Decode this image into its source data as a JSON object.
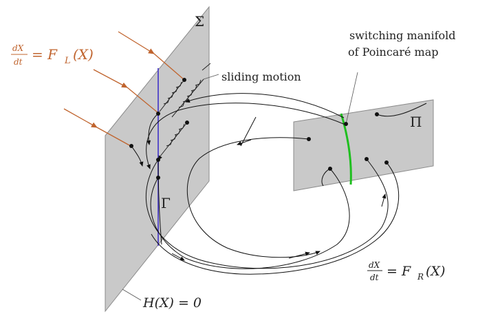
{
  "labels": {
    "sigma": "Σ",
    "pi": "Π",
    "gamma": "Γ",
    "sliding": "sliding motion",
    "switching_line1": "switching manifold",
    "switching_line2": "of Poincaré map",
    "left_frac_num": "dX",
    "left_frac_den": "dt",
    "left_rhs": "= F",
    "left_sub": "L",
    "left_arg": "(X)",
    "right_frac_num": "dX",
    "right_frac_den": "dt",
    "right_rhs": "= F",
    "right_sub": "R",
    "right_arg": "(X)",
    "h_eq": "H(X) = 0"
  },
  "colors": {
    "plane_fill": "#c9c9c9",
    "plane_stroke": "#8a8a8a",
    "gamma_line": "#5b4fc8",
    "switching_curve": "#1fbf1f",
    "field_arrows": "#c0642e",
    "trajectories": "#111111"
  }
}
